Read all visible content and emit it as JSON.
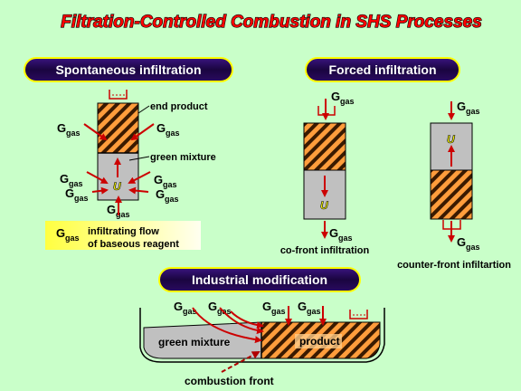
{
  "title": "Filtration-Controlled Combustion in SHS Processes",
  "sections": {
    "spontaneous": "Spontaneous infiltration",
    "forced": "Forced infiltration",
    "industrial": "Industrial modification"
  },
  "labels": {
    "G": "G",
    "gas": "gas",
    "U": "U",
    "end_product": "end product",
    "green_mixture": "green mixture",
    "legend_line1": "infiltrating flow",
    "legend_line2": "of baseous reagent",
    "co_front": "co-front infiltration",
    "counter_front": "counter-front infiltartion",
    "green_mixture_ind": "green mixture",
    "product": "product",
    "combustion_front": "combustion front"
  },
  "icons": [
    "container-icon"
  ],
  "colors": {
    "background": "#c9ffc9",
    "title": "#ff0000",
    "pill": "#2a0a5a",
    "arrow": "#cc0000",
    "hatch_base": "#ff9933",
    "box_gray": "#c0c0c0",
    "legend_yellow": "#ffff66"
  }
}
